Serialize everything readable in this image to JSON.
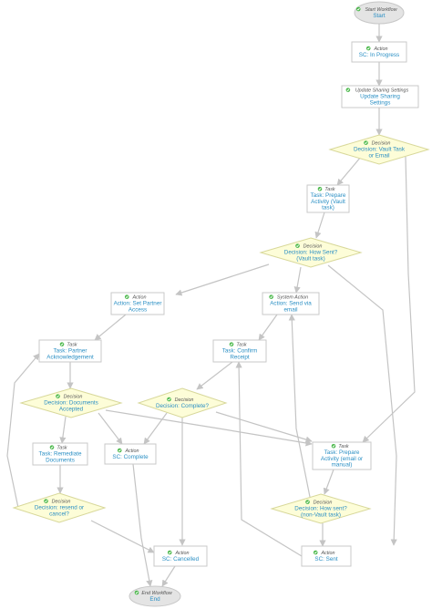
{
  "nodes": [
    {
      "id": "start",
      "kind": "oval",
      "type": "Start Workflow",
      "lines": [
        "Start"
      ]
    },
    {
      "id": "sc_in_progress",
      "kind": "rect",
      "type": "Action",
      "lines": [
        "SC: In Progress"
      ]
    },
    {
      "id": "update_sharing",
      "kind": "rect",
      "type": "Update Sharing Settings",
      "lines": [
        "Update Sharing",
        "Settings"
      ]
    },
    {
      "id": "dec_vault_or_email",
      "kind": "diamond",
      "type": "Decision",
      "lines": [
        "Decision: Vault Task",
        "or Email"
      ]
    },
    {
      "id": "task_prepare_vault",
      "kind": "rect",
      "type": "Task",
      "lines": [
        "Task: Prepare",
        "Activity (Vault",
        "task)"
      ]
    },
    {
      "id": "dec_how_sent_vault",
      "kind": "diamond",
      "type": "Decision",
      "lines": [
        "Decision: How Sent?",
        "(Vault task)"
      ]
    },
    {
      "id": "set_partner_access",
      "kind": "rect",
      "type": "Action",
      "lines": [
        "Action: Set Partner",
        "Access"
      ]
    },
    {
      "id": "send_via_email",
      "kind": "rect",
      "type": "System Action",
      "lines": [
        "Action: Send via",
        "email"
      ]
    },
    {
      "id": "task_partner_ack",
      "kind": "rect",
      "type": "Task",
      "lines": [
        "Task: Partner",
        "Acknowledgement"
      ]
    },
    {
      "id": "task_confirm_receipt",
      "kind": "rect",
      "type": "Task",
      "lines": [
        "Task: Confirm",
        "Receipt"
      ]
    },
    {
      "id": "dec_docs_accepted",
      "kind": "diamond",
      "type": "Decision",
      "lines": [
        "Decision: Documents",
        "Accepted"
      ]
    },
    {
      "id": "dec_complete",
      "kind": "diamond",
      "type": "Decision",
      "lines": [
        "Decision: Complete?"
      ]
    },
    {
      "id": "task_remediate",
      "kind": "rect",
      "type": "Task",
      "lines": [
        "Task: Remediate",
        "Documents"
      ]
    },
    {
      "id": "sc_complete",
      "kind": "rect",
      "type": "Action",
      "lines": [
        "SC: Complete"
      ]
    },
    {
      "id": "task_prepare_email",
      "kind": "rect",
      "type": "Task",
      "lines": [
        "Task: Prepare",
        "Activity (email or",
        "manual)"
      ]
    },
    {
      "id": "dec_resend_cancel",
      "kind": "diamond",
      "type": "Decision",
      "lines": [
        "Decision: resend or",
        "cancel?"
      ]
    },
    {
      "id": "dec_how_sent_nonvault",
      "kind": "diamond",
      "type": "Decision",
      "lines": [
        "Decision: How sent?",
        "(non-Vault task)"
      ]
    },
    {
      "id": "sc_cancelled",
      "kind": "rect",
      "type": "Action",
      "lines": [
        "SC: Cancelled"
      ]
    },
    {
      "id": "sc_sent",
      "kind": "rect",
      "type": "Action",
      "lines": [
        "SC: Sent"
      ]
    },
    {
      "id": "end",
      "kind": "oval",
      "type": "End Workflow",
      "lines": [
        "End"
      ]
    }
  ],
  "edges": [
    {
      "from": "start",
      "to": "sc_in_progress"
    },
    {
      "from": "sc_in_progress",
      "to": "update_sharing"
    },
    {
      "from": "update_sharing",
      "to": "dec_vault_or_email"
    },
    {
      "from": "dec_vault_or_email",
      "to": "task_prepare_vault"
    },
    {
      "from": "dec_vault_or_email",
      "to": "task_prepare_email"
    },
    {
      "from": "task_prepare_vault",
      "to": "dec_how_sent_vault"
    },
    {
      "from": "dec_how_sent_vault",
      "to": "set_partner_access"
    },
    {
      "from": "dec_how_sent_vault",
      "to": "send_via_email"
    },
    {
      "from": "dec_how_sent_vault",
      "to": "sc_sent"
    },
    {
      "from": "set_partner_access",
      "to": "task_partner_ack"
    },
    {
      "from": "send_via_email",
      "to": "task_confirm_receipt"
    },
    {
      "from": "task_partner_ack",
      "to": "dec_docs_accepted"
    },
    {
      "from": "task_confirm_receipt",
      "to": "dec_complete"
    },
    {
      "from": "dec_docs_accepted",
      "to": "task_remediate"
    },
    {
      "from": "dec_docs_accepted",
      "to": "sc_complete"
    },
    {
      "from": "dec_docs_accepted",
      "to": "task_prepare_email"
    },
    {
      "from": "dec_complete",
      "to": "sc_complete"
    },
    {
      "from": "dec_complete",
      "to": "sc_cancelled"
    },
    {
      "from": "dec_complete",
      "to": "task_prepare_email"
    },
    {
      "from": "task_remediate",
      "to": "dec_resend_cancel"
    },
    {
      "from": "dec_resend_cancel",
      "to": "task_partner_ack"
    },
    {
      "from": "dec_resend_cancel",
      "to": "sc_cancelled"
    },
    {
      "from": "task_prepare_email",
      "to": "dec_how_sent_nonvault"
    },
    {
      "from": "dec_how_sent_nonvault",
      "to": "send_via_email"
    },
    {
      "from": "dec_how_sent_nonvault",
      "to": "sc_sent"
    },
    {
      "from": "sc_sent",
      "to": "task_confirm_receipt"
    },
    {
      "from": "sc_complete",
      "to": "end"
    },
    {
      "from": "sc_cancelled",
      "to": "end"
    }
  ],
  "colors": {
    "edge": "#c4c4c4",
    "label": "#2a8fc4",
    "type": "#555555",
    "decision_fill": "#fdfdd8",
    "check": "#4ab84a"
  },
  "icons": {
    "status": "check-circle-icon"
  }
}
